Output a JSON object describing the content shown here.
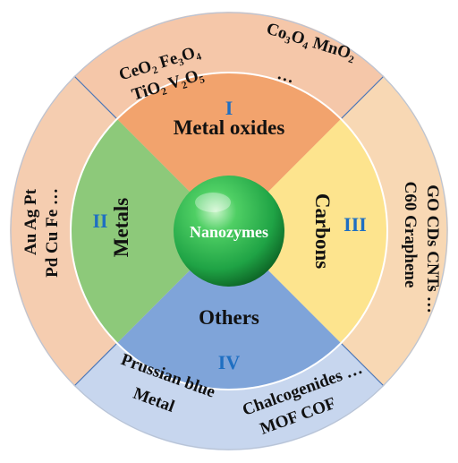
{
  "center": {
    "label": "Nanozymes"
  },
  "colors": {
    "outer_top": "#f5c7a9",
    "outer_right": "#f8d8b4",
    "outer_bottom": "#c7d6ee",
    "outer_left": "#f5cdb0",
    "metal_oxides": "#f2a36d",
    "carbons": "#fde48e",
    "others": "#7fa4d9",
    "metals": "#8dc97a",
    "roman_numeral": "#1f6fc2",
    "sphere": "#1fa345",
    "divider": "#4a76b8"
  },
  "sectors": {
    "top": {
      "numeral": "I",
      "title": "Metal oxides",
      "examples_line1": "CeO₂  Fe₃O₄",
      "examples_line2": "TiO₂ V₂O₅",
      "examples_line3": "Co₃O₄ MnO₂",
      "examples_line4": "…"
    },
    "right": {
      "numeral": "III",
      "title": "Carbons",
      "examples_line1": "C60 Graphene",
      "examples_line2": "GO CDs CNTs …"
    },
    "bottom": {
      "numeral": "IV",
      "title": "Others",
      "examples_line1": "Prussian blue",
      "examples_line2": "Metal",
      "examples_line3": "Chalcogenides  …",
      "examples_line4": "MOF COF"
    },
    "left": {
      "numeral": "II",
      "title": "Metals",
      "examples_line1": "Au  Ag  Pt",
      "examples_line2": "Pd  Cu  Fe …"
    }
  }
}
